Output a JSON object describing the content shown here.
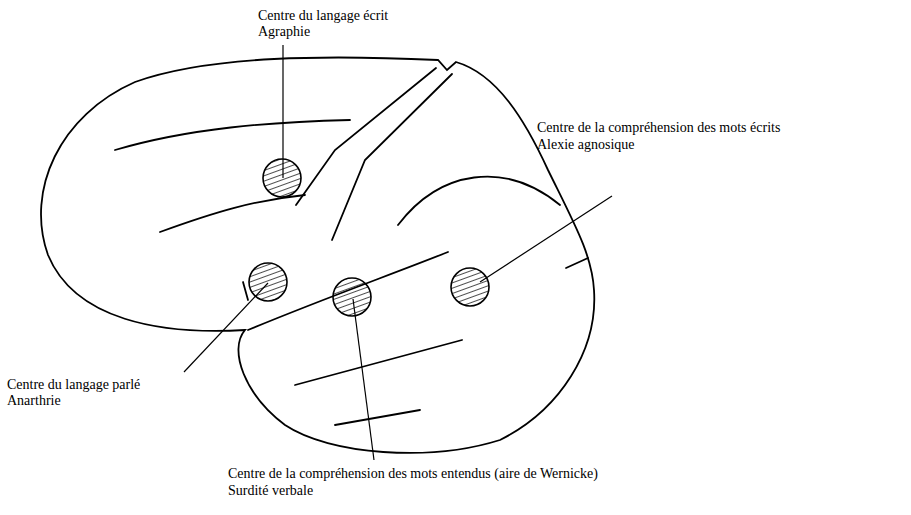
{
  "diagram": {
    "labels": [
      "Centre du langage écrit",
      "Agraphie",
      "Centre de la compréhension des mots écrits",
      "Alexie agnosique",
      "Centre du langage parlé",
      "Anarthrie",
      "Centre de la compréhension des mots entendus (aire de Wernicke)",
      "Surdité verbale"
    ]
  }
}
